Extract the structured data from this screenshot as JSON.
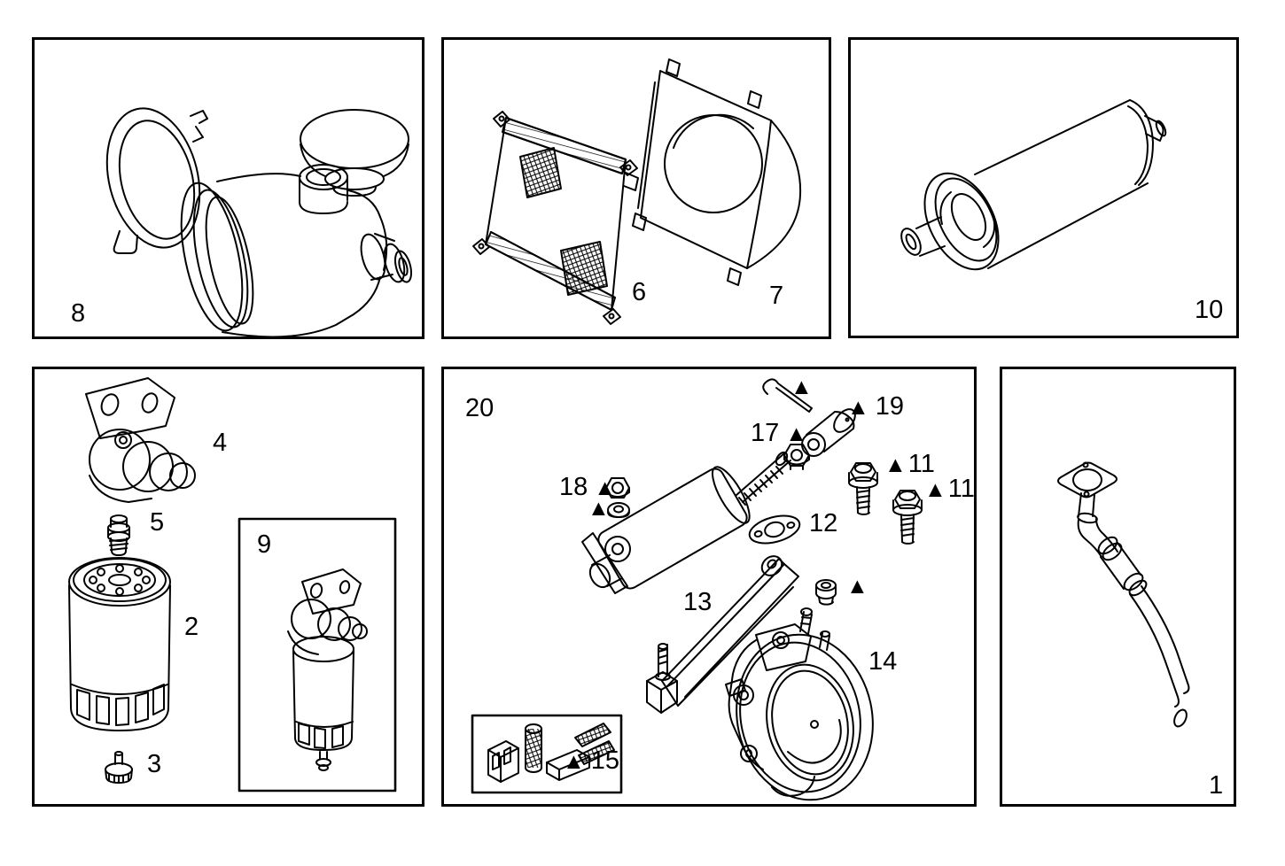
{
  "page": {
    "background": "#ffffff",
    "line_color": "#000000"
  },
  "marker": "▲",
  "panels": {
    "air_cleaner": {
      "ref": "8"
    },
    "cooling": {
      "ref_radiator": "6",
      "ref_fan_shroud": "7"
    },
    "muffler": {
      "ref": "10"
    },
    "fuel_filter": {
      "ref_filter_head": "4",
      "ref_nipple": "5",
      "ref_cartridge": "2",
      "ref_drain_plug": "3",
      "inset": {
        "ref_assembly": "9"
      }
    },
    "fuel_pump_group": {
      "ref_group": "20",
      "ref_coupling": "19",
      "ref_nut": "17",
      "ref_lock_nut": "18",
      "ref_gasket": "12",
      "ref_bolt_a": "11",
      "ref_bolt_b": "11",
      "ref_bracket": "13",
      "ref_pump_body": "14",
      "inset": {
        "ref_connector_kit": "15"
      }
    },
    "oil_filler": {
      "ref": "1"
    }
  }
}
